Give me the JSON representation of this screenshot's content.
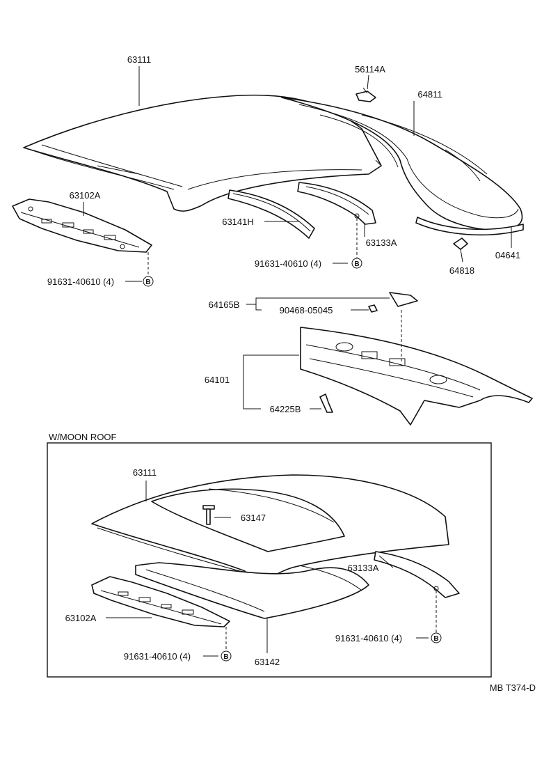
{
  "callouts": {
    "c63111_top": "63111",
    "c56114A": "56114A",
    "c64811": "64811",
    "c63102A_top": "63102A",
    "c63141H": "63141H",
    "c63133A_top": "63133A",
    "c91631_mid": "91631-40610 (4)",
    "c91631_left": "91631-40610 (4)",
    "c64818": "64818",
    "c04641": "04641",
    "c64165B": "64165B",
    "c90468": "90468-05045",
    "c64101": "64101",
    "c64225B": "64225B",
    "c63111_box": "63111",
    "c63147": "63147",
    "c63133A_box": "63133A",
    "c63102A_box": "63102A",
    "c91631_box_r": "91631-40610 (4)",
    "c91631_box_l": "91631-40610 (4)",
    "c63142": "63142"
  },
  "markers": {
    "b1": "B",
    "b2": "B",
    "b3": "B",
    "b4": "B"
  },
  "section_label": "W/MOON ROOF",
  "figure_code": "MB T374-D"
}
